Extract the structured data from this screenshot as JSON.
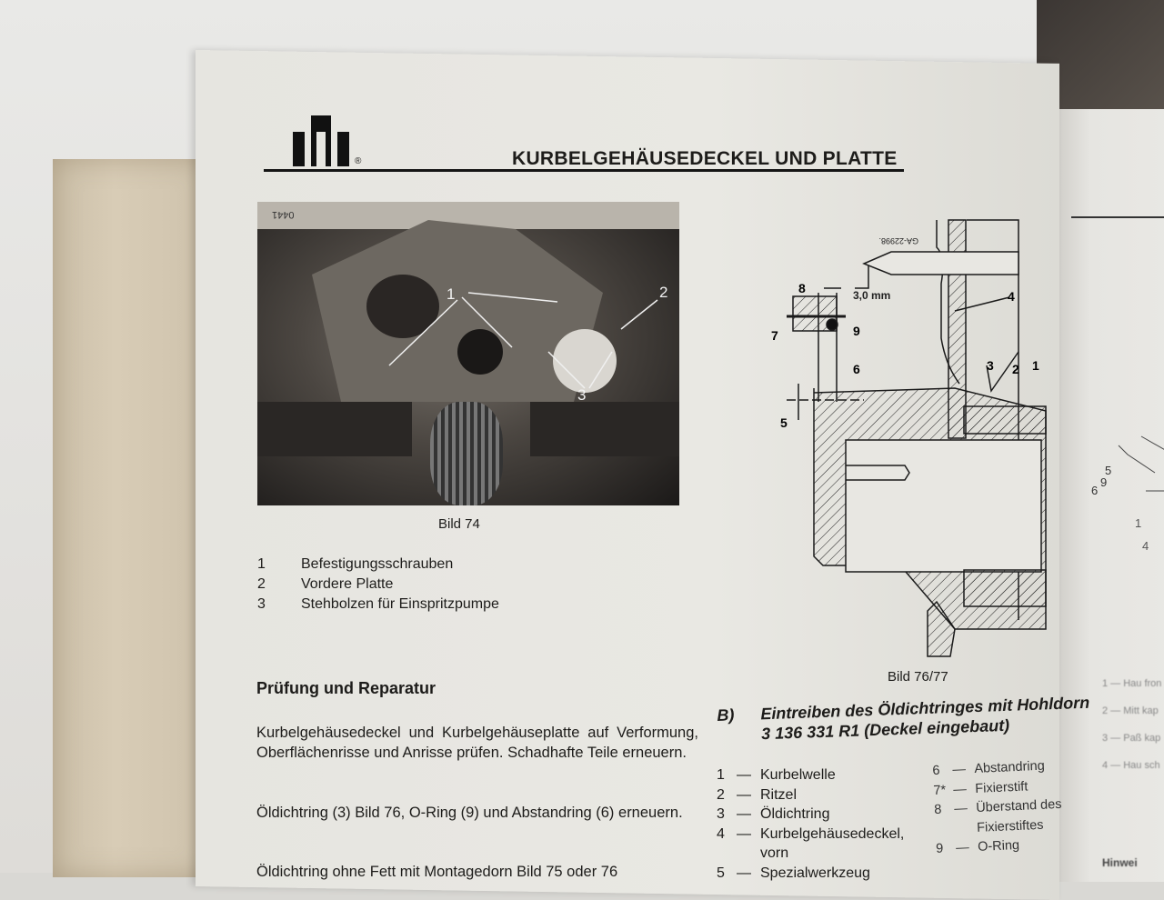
{
  "header": {
    "title": "KURBELGEHÄUSEDECKEL UND PLATTE",
    "registered_mark": "®"
  },
  "figure_74": {
    "caption": "Bild 74",
    "photo_code": "0441",
    "callouts": [
      "1",
      "2",
      "3"
    ],
    "legend": [
      {
        "num": "1",
        "text": "Befestigungsschrauben"
      },
      {
        "num": "2",
        "text": "Vordere Platte"
      },
      {
        "num": "3",
        "text": "Stehbolzen für Einspritzpumpe"
      }
    ]
  },
  "section": {
    "heading": "Prüfung und Reparatur",
    "paragraphs": [
      "Kurbelgehäusedeckel und Kurbelgehäuseplatte auf Verformung, Oberflächenrisse und Anrisse prüfen. Schadhafte Teile erneuern.",
      "Öldichtring (3) Bild 76, O-Ring (9) und Abstandring (6) erneuern.",
      "Öldichtring ohne Fett mit Montagedorn Bild 75 oder 76"
    ]
  },
  "figure_76": {
    "caption": "Bild 76/77",
    "dimension": "3,0 mm",
    "drawing_code": "GA-22998.",
    "callouts": [
      "1",
      "2",
      "3",
      "4",
      "5",
      "6",
      "7",
      "8",
      "9"
    ]
  },
  "procedure_b": {
    "label": "B)",
    "title_line1": "Eintreiben des Öldichtringes mit Hohldorn",
    "title_line2": "3 136 331 R1 (Deckel eingebaut)",
    "legend_left": [
      {
        "num": "1",
        "dash": "—",
        "text": "Kurbelwelle"
      },
      {
        "num": "2",
        "dash": "—",
        "text": "Ritzel"
      },
      {
        "num": "3",
        "dash": "—",
        "text": "Öldichtring"
      },
      {
        "num": "4",
        "dash": "—",
        "text": "Kurbelgehäusedeckel,"
      },
      {
        "num": "",
        "dash": "",
        "text": "vorn"
      },
      {
        "num": "5",
        "dash": "—",
        "text": "Spezialwerkzeug"
      }
    ],
    "legend_right": [
      {
        "num": "6",
        "dash": "—",
        "text": "Abstandring"
      },
      {
        "num": "7*",
        "dash": "—",
        "text": "Fixierstift"
      },
      {
        "num": "8",
        "dash": "—",
        "text": "Überstand des"
      },
      {
        "num": "",
        "dash": "",
        "text": "Fixierstiftes"
      },
      {
        "num": "9",
        "dash": "—",
        "text": "O-Ring"
      }
    ]
  },
  "right_page": {
    "callouts": [
      "5",
      "9",
      "6",
      "1",
      "4"
    ],
    "items": [
      "1 — Hau fron",
      "2 — Mitt kap",
      "3 — Paß kap",
      "4 — Hau sch"
    ],
    "hint": "Hinwei"
  }
}
